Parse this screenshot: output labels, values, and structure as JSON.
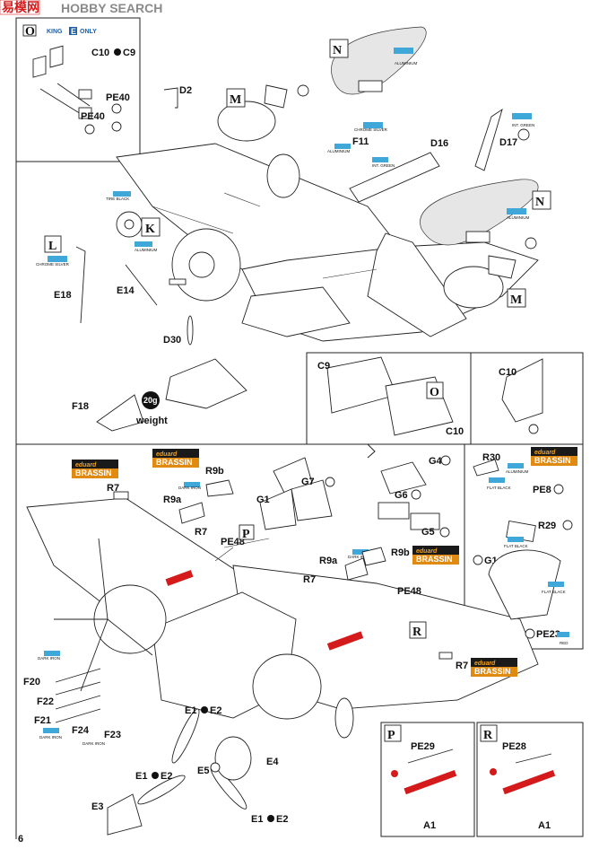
{
  "watermark": {
    "brand": "HOBBY SEARCH",
    "glyph": "易模网",
    "suffix": "KING",
    "badge": "E",
    "only": "ONLY"
  },
  "page_number": "6",
  "weight": {
    "amount": "20g",
    "label": "weight"
  },
  "brassin": {
    "top": "eduard",
    "bottom": "BRASSIN"
  },
  "paints": {
    "aluminium": "ALUMINIUM",
    "chrome_silver": "CHROME SILVER",
    "tire_black": "TIRE BLACK",
    "intl_green": "INT. GREEN",
    "dark_iron": "DARK IRON",
    "flat_black": "FLAT BLACK",
    "red": "RED"
  },
  "box_letters": {
    "N": "N",
    "M": "M",
    "L": "L",
    "K": "K",
    "O": "O",
    "P": "P",
    "R": "R"
  },
  "labels": {
    "c10c9": "C10",
    "c9": "C9",
    "pe40a": "PE40",
    "pe40b": "PE40",
    "d2": "D2",
    "f11": "F11",
    "d16": "D16",
    "d17": "D17",
    "e18": "E18",
    "e14": "E14",
    "d30": "D30",
    "f18": "F18",
    "c9o": "C9",
    "c10o": "C10",
    "c10r": "C10",
    "r7a": "R7",
    "r9a1": "R9a",
    "r9b1": "R9b",
    "r7b": "R7",
    "pe48a": "PE48",
    "g1a": "G1",
    "g7": "G7",
    "r9a2": "R9a",
    "r9b2": "R9b",
    "r7c": "R7",
    "pe48b": "PE48",
    "g4": "G4",
    "g6": "G6",
    "g5": "G5",
    "r30": "R30",
    "pe8": "PE8",
    "r29": "R29",
    "g1b": "G1",
    "pe23": "PE23",
    "r7d": "R7",
    "f20": "F20",
    "f22": "F22",
    "f21": "F21",
    "f24": "F24",
    "f23": "F23",
    "e1e2a": "E1",
    "e2a": "E2",
    "e4": "E4",
    "e1e2b": "E1",
    "e2b": "E2",
    "e5": "E5",
    "e3": "E3",
    "e1e2c": "E1",
    "e2c": "E2",
    "pe29": "PE29",
    "a1p": "A1",
    "pe28": "PE28",
    "a1r": "A1"
  }
}
